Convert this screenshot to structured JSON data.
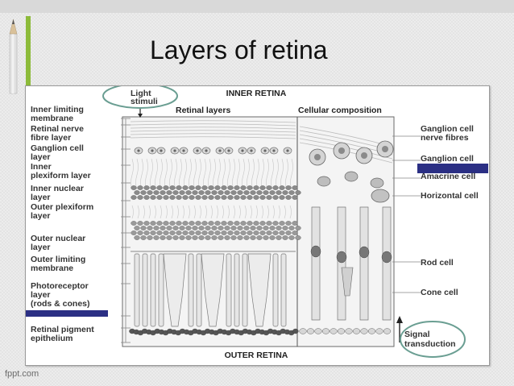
{
  "slide": {
    "title": "Layers of retina",
    "footer": "fppt.com"
  },
  "diagram": {
    "header_top": "INNER RETINA",
    "header_bottom": "OUTER RETINA",
    "col_left": "Retinal layers",
    "col_right": "Cellular composition",
    "light_stimuli": [
      "Light",
      "stimuli"
    ],
    "signal": [
      "Signal",
      "transduction"
    ],
    "left_labels": [
      [
        "Inner limiting",
        "membrane"
      ],
      [
        "Retinal nerve",
        "fibre layer"
      ],
      [
        "Ganglion cell",
        "layer"
      ],
      [
        "Inner",
        "plexiform layer"
      ],
      [
        "Inner nuclear",
        "layer"
      ],
      [
        "Outer plexiform",
        "layer"
      ],
      [
        "Outer nuclear",
        "layer"
      ],
      [
        "Outer limiting",
        "membrane"
      ],
      [
        "Photoreceptor",
        "layer",
        "(rods & cones)"
      ],
      [
        "Retinal pigment",
        "epithelium"
      ]
    ],
    "right_labels": [
      [
        "Ganglion cell",
        "nerve fibres"
      ],
      [
        "Ganglion cell"
      ],
      [
        "Amacrine cell"
      ],
      [
        "Horizontal cell"
      ],
      [
        "Rod cell"
      ],
      [
        "Cone cell"
      ]
    ]
  },
  "colors": {
    "highlight": "#2b2f84",
    "circle": "#6a9e92",
    "accent_green": "#8dbb3a"
  }
}
